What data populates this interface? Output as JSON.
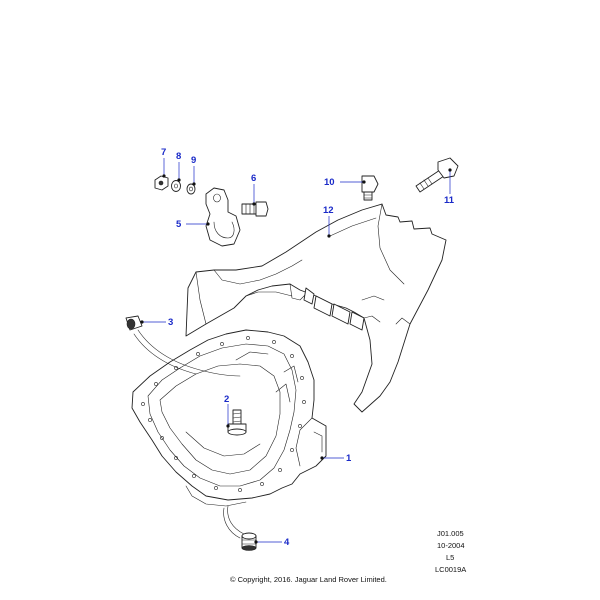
{
  "diagram": {
    "callouts": [
      {
        "id": "1",
        "label": "1"
      },
      {
        "id": "2",
        "label": "2"
      },
      {
        "id": "3",
        "label": "3"
      },
      {
        "id": "4",
        "label": "4"
      },
      {
        "id": "5",
        "label": "5"
      },
      {
        "id": "6",
        "label": "6"
      },
      {
        "id": "7",
        "label": "7"
      },
      {
        "id": "8",
        "label": "8"
      },
      {
        "id": "9",
        "label": "9"
      },
      {
        "id": "10",
        "label": "10"
      },
      {
        "id": "11",
        "label": "11"
      },
      {
        "id": "12",
        "label": "12"
      }
    ],
    "callout_color": "#1a2ac8",
    "line_color": "#222222"
  },
  "footer": {
    "ref_code": "J01.005",
    "ref_date": "10-2004",
    "ref_level": "L5",
    "illustration_id": "LC0019A",
    "copyright": "© Copyright, 2016. Jaguar Land Rover Limited."
  }
}
